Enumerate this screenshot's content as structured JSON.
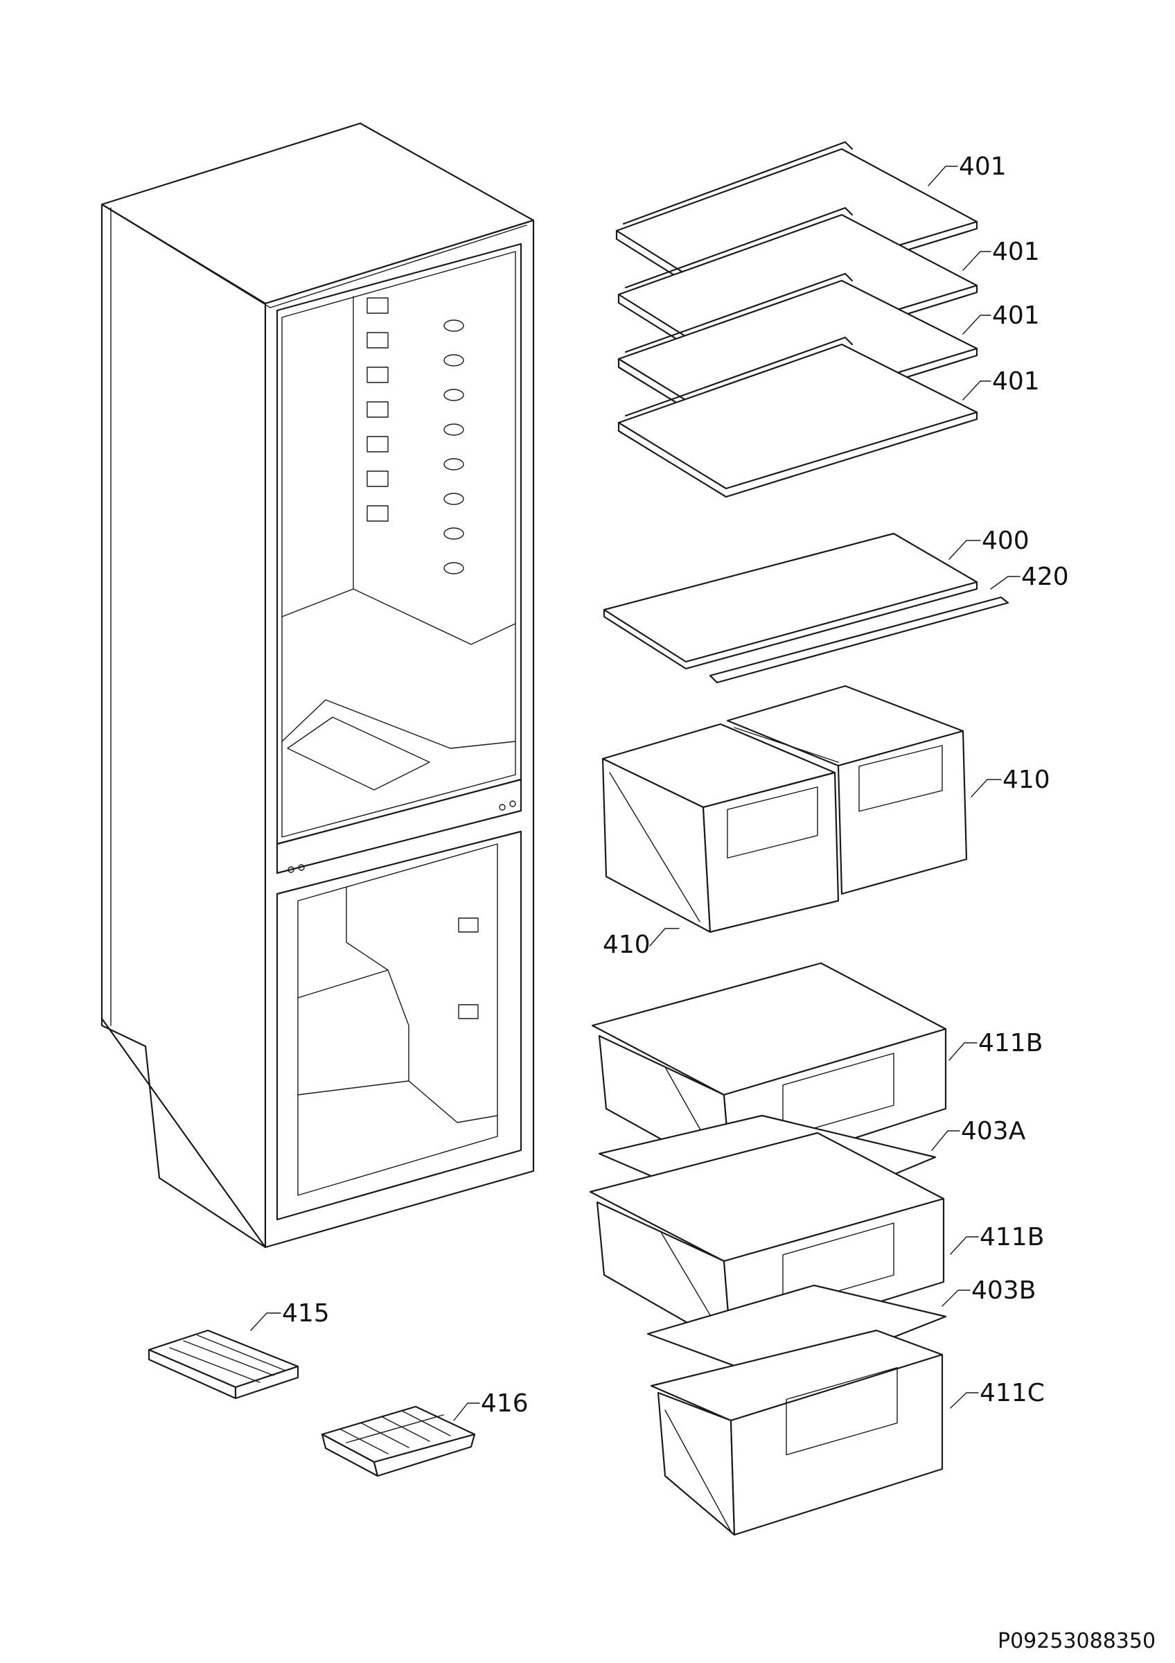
{
  "labels": {
    "shelf_1": "401",
    "shelf_2": "401",
    "shelf_3": "401",
    "shelf_4": "401",
    "glass_shelf": "400",
    "trim_strip": "420",
    "crisper_left": "410",
    "crisper_right": "410",
    "freezer_drawer_top": "411B",
    "drawer_divider_a": "403A",
    "freezer_drawer_mid": "411B",
    "drawer_divider_b": "403B",
    "freezer_drawer_bottom": "411C",
    "ice_tray_lid": "415",
    "ice_cube_tray": "416"
  },
  "document_code": "P09253088350"
}
